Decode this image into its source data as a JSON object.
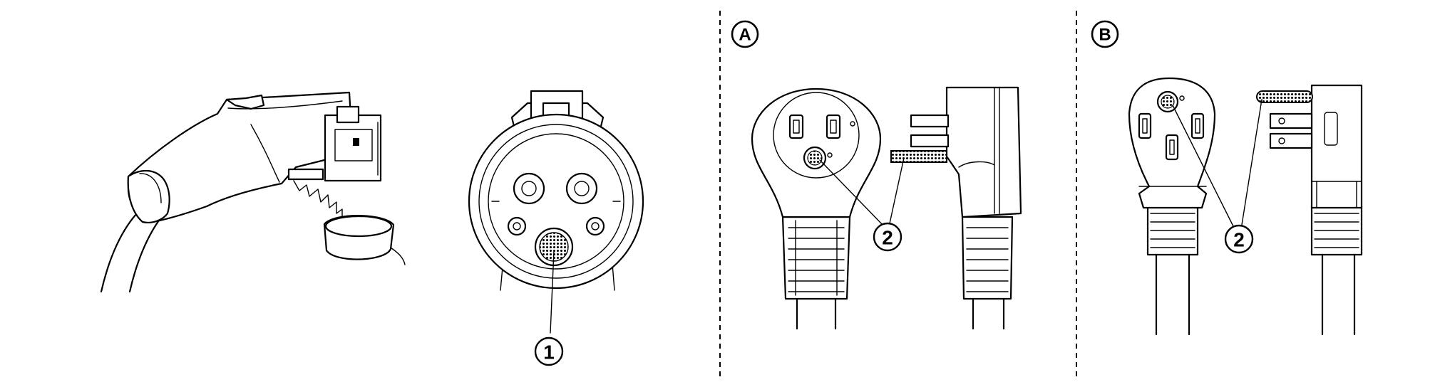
{
  "panels": {
    "a": {
      "label": "A"
    },
    "b": {
      "label": "B"
    }
  },
  "callouts": {
    "c1": "1",
    "c2a": "2",
    "c2b": "2"
  }
}
